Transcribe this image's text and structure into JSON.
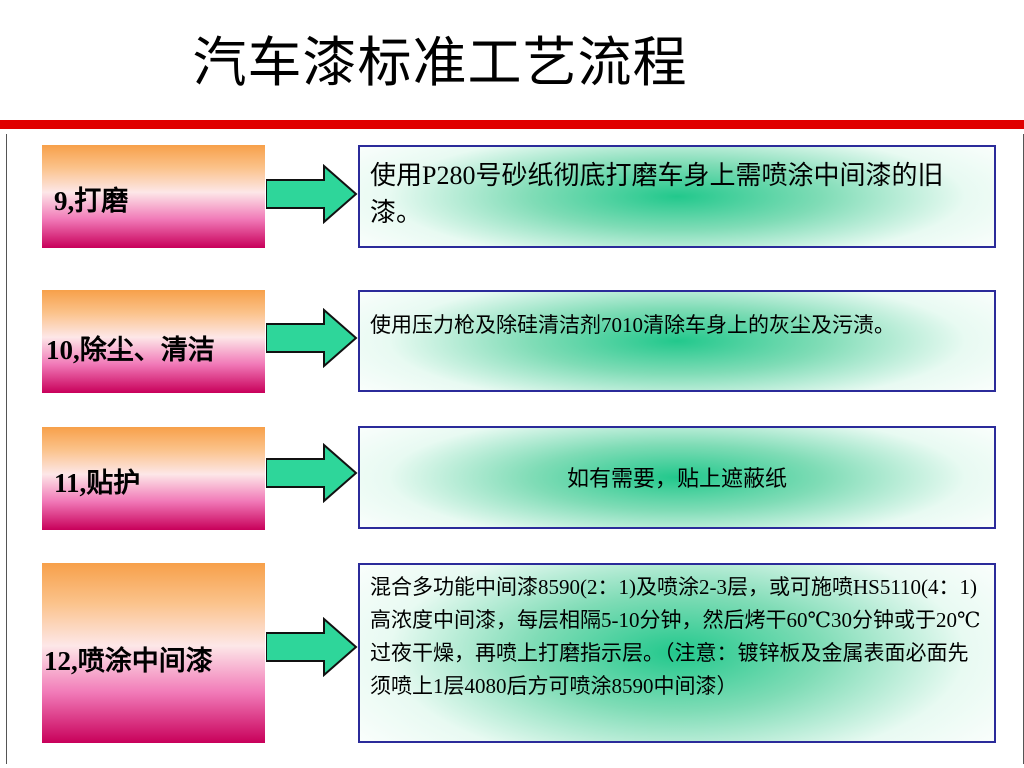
{
  "title": "汽车漆标准工艺流程",
  "steps": [
    {
      "label": "9,打磨",
      "description": "使用P280号砂纸彻底打磨车身上需喷涂中间漆的旧漆。"
    },
    {
      "label": "10,除尘、清洁",
      "description": "使用压力枪及除硅清洁剂7010清除车身上的灰尘及污渍。"
    },
    {
      "label": "11,贴护",
      "description": "如有需要，贴上遮蔽纸"
    },
    {
      "label": "12,喷涂中间漆",
      "description": "混合多功能中间漆8590(2：1)及喷涂2-3层，或可施喷HS5110(4：1)高浓度中间漆，每层相隔5-10分钟，然后烤干60℃30分钟或于20℃过夜干燥，再喷上打磨指示层。（注意：镀锌板及金属表面必面先须喷上1层4080后方可喷涂8590中间漆）"
    }
  ],
  "colors": {
    "title_rule": "#e00000",
    "box_border": "#2b2b9a",
    "arrow_fill": "#2ed69a",
    "arrow_stroke": "#111111"
  },
  "icons": {
    "connector": "right-arrow-icon"
  }
}
